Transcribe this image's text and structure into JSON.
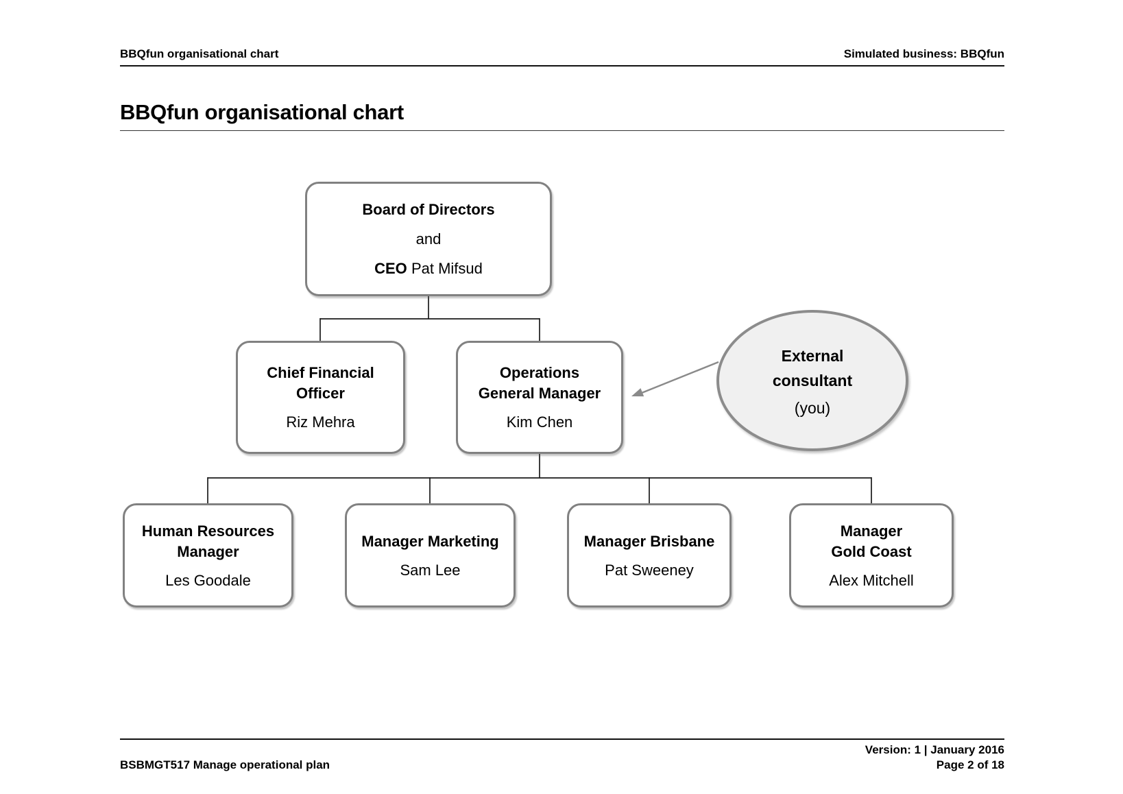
{
  "page": {
    "header": {
      "left": "BBQfun organisational chart",
      "right": "Simulated business: BBQfun"
    },
    "title": "BBQfun organisational chart",
    "footer": {
      "version": "Version: 1 | January 2016",
      "course": "BSBMGT517 Manage operational plan",
      "page": "Page 2 of 18"
    }
  },
  "org_chart": {
    "board": {
      "title": "Board of Directors",
      "conjunction": "and",
      "role": "CEO",
      "person": "Pat Mifsud"
    },
    "cfo": {
      "title": "Chief Financial\nOfficer",
      "person": "Riz Mehra"
    },
    "ogm": {
      "title": "Operations\nGeneral Manager",
      "person": "Kim Chen"
    },
    "hr": {
      "title": "Human Resources\nManager",
      "person": "Les Goodale"
    },
    "marketing": {
      "title": "Manager Marketing",
      "person": "Sam Lee"
    },
    "brisbane": {
      "title": "Manager Brisbane",
      "person": "Pat Sweeney"
    },
    "gold_coast": {
      "title": "Manager\nGold Coast",
      "person": "Alex Mitchell"
    },
    "consultant": {
      "title": "External\nconsultant",
      "person": "(you)"
    }
  },
  "colors": {
    "box_border": "#818181",
    "ellipse_border": "#8c8c8c",
    "ellipse_fill": "#f0f0f0",
    "connector_line": "#1a1a1a",
    "arrow": "#8a8a8a",
    "text": "#000000"
  }
}
